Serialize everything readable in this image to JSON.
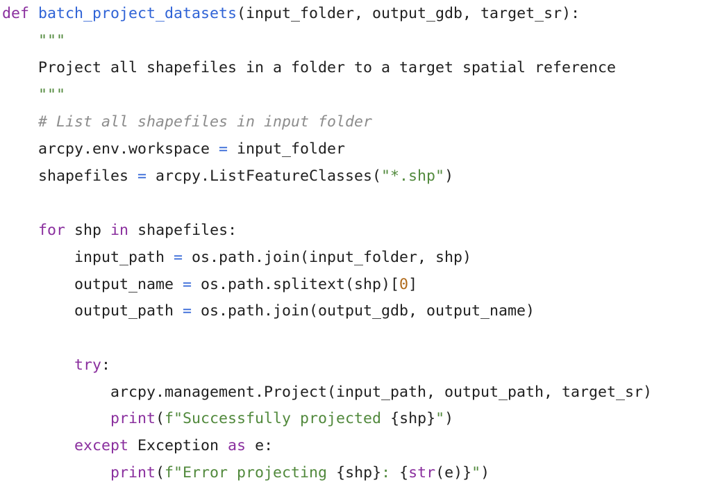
{
  "colors": {
    "background": "#ffffff",
    "keyword": "#8a2f9e",
    "function": "#2f63d6",
    "string": "#51893c",
    "comment": "#8c8c8c",
    "number": "#b06a1a",
    "plain": "#1f1f1f"
  },
  "code": {
    "lines": [
      [
        {
          "t": "kw",
          "v": "def"
        },
        {
          "t": "plain",
          "v": " "
        },
        {
          "t": "fn",
          "v": "batch_project_datasets"
        },
        {
          "t": "plain",
          "v": "(input_folder, output_gdb, target_sr):"
        }
      ],
      [
        {
          "t": "plain",
          "v": "    "
        },
        {
          "t": "str",
          "v": "\"\"\""
        }
      ],
      [
        {
          "t": "plain",
          "v": "    Project all shapefiles in a folder to a target spatial reference"
        }
      ],
      [
        {
          "t": "plain",
          "v": "    "
        },
        {
          "t": "str",
          "v": "\"\"\""
        }
      ],
      [
        {
          "t": "plain",
          "v": "    "
        },
        {
          "t": "cmt",
          "v": "# List all shapefiles in input folder"
        }
      ],
      [
        {
          "t": "plain",
          "v": "    arcpy.env.workspace "
        },
        {
          "t": "op",
          "v": "="
        },
        {
          "t": "plain",
          "v": " input_folder"
        }
      ],
      [
        {
          "t": "plain",
          "v": "    shapefiles "
        },
        {
          "t": "op",
          "v": "="
        },
        {
          "t": "plain",
          "v": " arcpy.ListFeatureClasses("
        },
        {
          "t": "str",
          "v": "\"*.shp\""
        },
        {
          "t": "plain",
          "v": ")"
        }
      ],
      [
        {
          "t": "plain",
          "v": ""
        }
      ],
      [
        {
          "t": "plain",
          "v": "    "
        },
        {
          "t": "kw",
          "v": "for"
        },
        {
          "t": "plain",
          "v": " shp "
        },
        {
          "t": "kw",
          "v": "in"
        },
        {
          "t": "plain",
          "v": " shapefiles:"
        }
      ],
      [
        {
          "t": "plain",
          "v": "        input_path "
        },
        {
          "t": "op",
          "v": "="
        },
        {
          "t": "plain",
          "v": " os.path.join(input_folder, shp)"
        }
      ],
      [
        {
          "t": "plain",
          "v": "        output_name "
        },
        {
          "t": "op",
          "v": "="
        },
        {
          "t": "plain",
          "v": " os.path.splitext(shp)["
        },
        {
          "t": "num",
          "v": "0"
        },
        {
          "t": "plain",
          "v": "]"
        }
      ],
      [
        {
          "t": "plain",
          "v": "        output_path "
        },
        {
          "t": "op",
          "v": "="
        },
        {
          "t": "plain",
          "v": " os.path.join(output_gdb, output_name)"
        }
      ],
      [
        {
          "t": "plain",
          "v": ""
        }
      ],
      [
        {
          "t": "plain",
          "v": "        "
        },
        {
          "t": "kw",
          "v": "try"
        },
        {
          "t": "plain",
          "v": ":"
        }
      ],
      [
        {
          "t": "plain",
          "v": "            arcpy.management.Project(input_path, output_path, target_sr)"
        }
      ],
      [
        {
          "t": "plain",
          "v": "            "
        },
        {
          "t": "kw",
          "v": "print"
        },
        {
          "t": "plain",
          "v": "("
        },
        {
          "t": "str",
          "v": "f\"Successfully projected "
        },
        {
          "t": "plain",
          "v": "{shp}"
        },
        {
          "t": "str",
          "v": "\""
        },
        {
          "t": "plain",
          "v": ")"
        }
      ],
      [
        {
          "t": "plain",
          "v": "        "
        },
        {
          "t": "kw",
          "v": "except"
        },
        {
          "t": "plain",
          "v": " Exception "
        },
        {
          "t": "kw",
          "v": "as"
        },
        {
          "t": "plain",
          "v": " e:"
        }
      ],
      [
        {
          "t": "plain",
          "v": "            "
        },
        {
          "t": "kw",
          "v": "print"
        },
        {
          "t": "plain",
          "v": "("
        },
        {
          "t": "str",
          "v": "f\"Error projecting "
        },
        {
          "t": "plain",
          "v": "{shp}"
        },
        {
          "t": "str",
          "v": ": "
        },
        {
          "t": "plain",
          "v": "{"
        },
        {
          "t": "kw",
          "v": "str"
        },
        {
          "t": "plain",
          "v": "(e)}"
        },
        {
          "t": "str",
          "v": "\""
        },
        {
          "t": "plain",
          "v": ")"
        }
      ]
    ]
  }
}
